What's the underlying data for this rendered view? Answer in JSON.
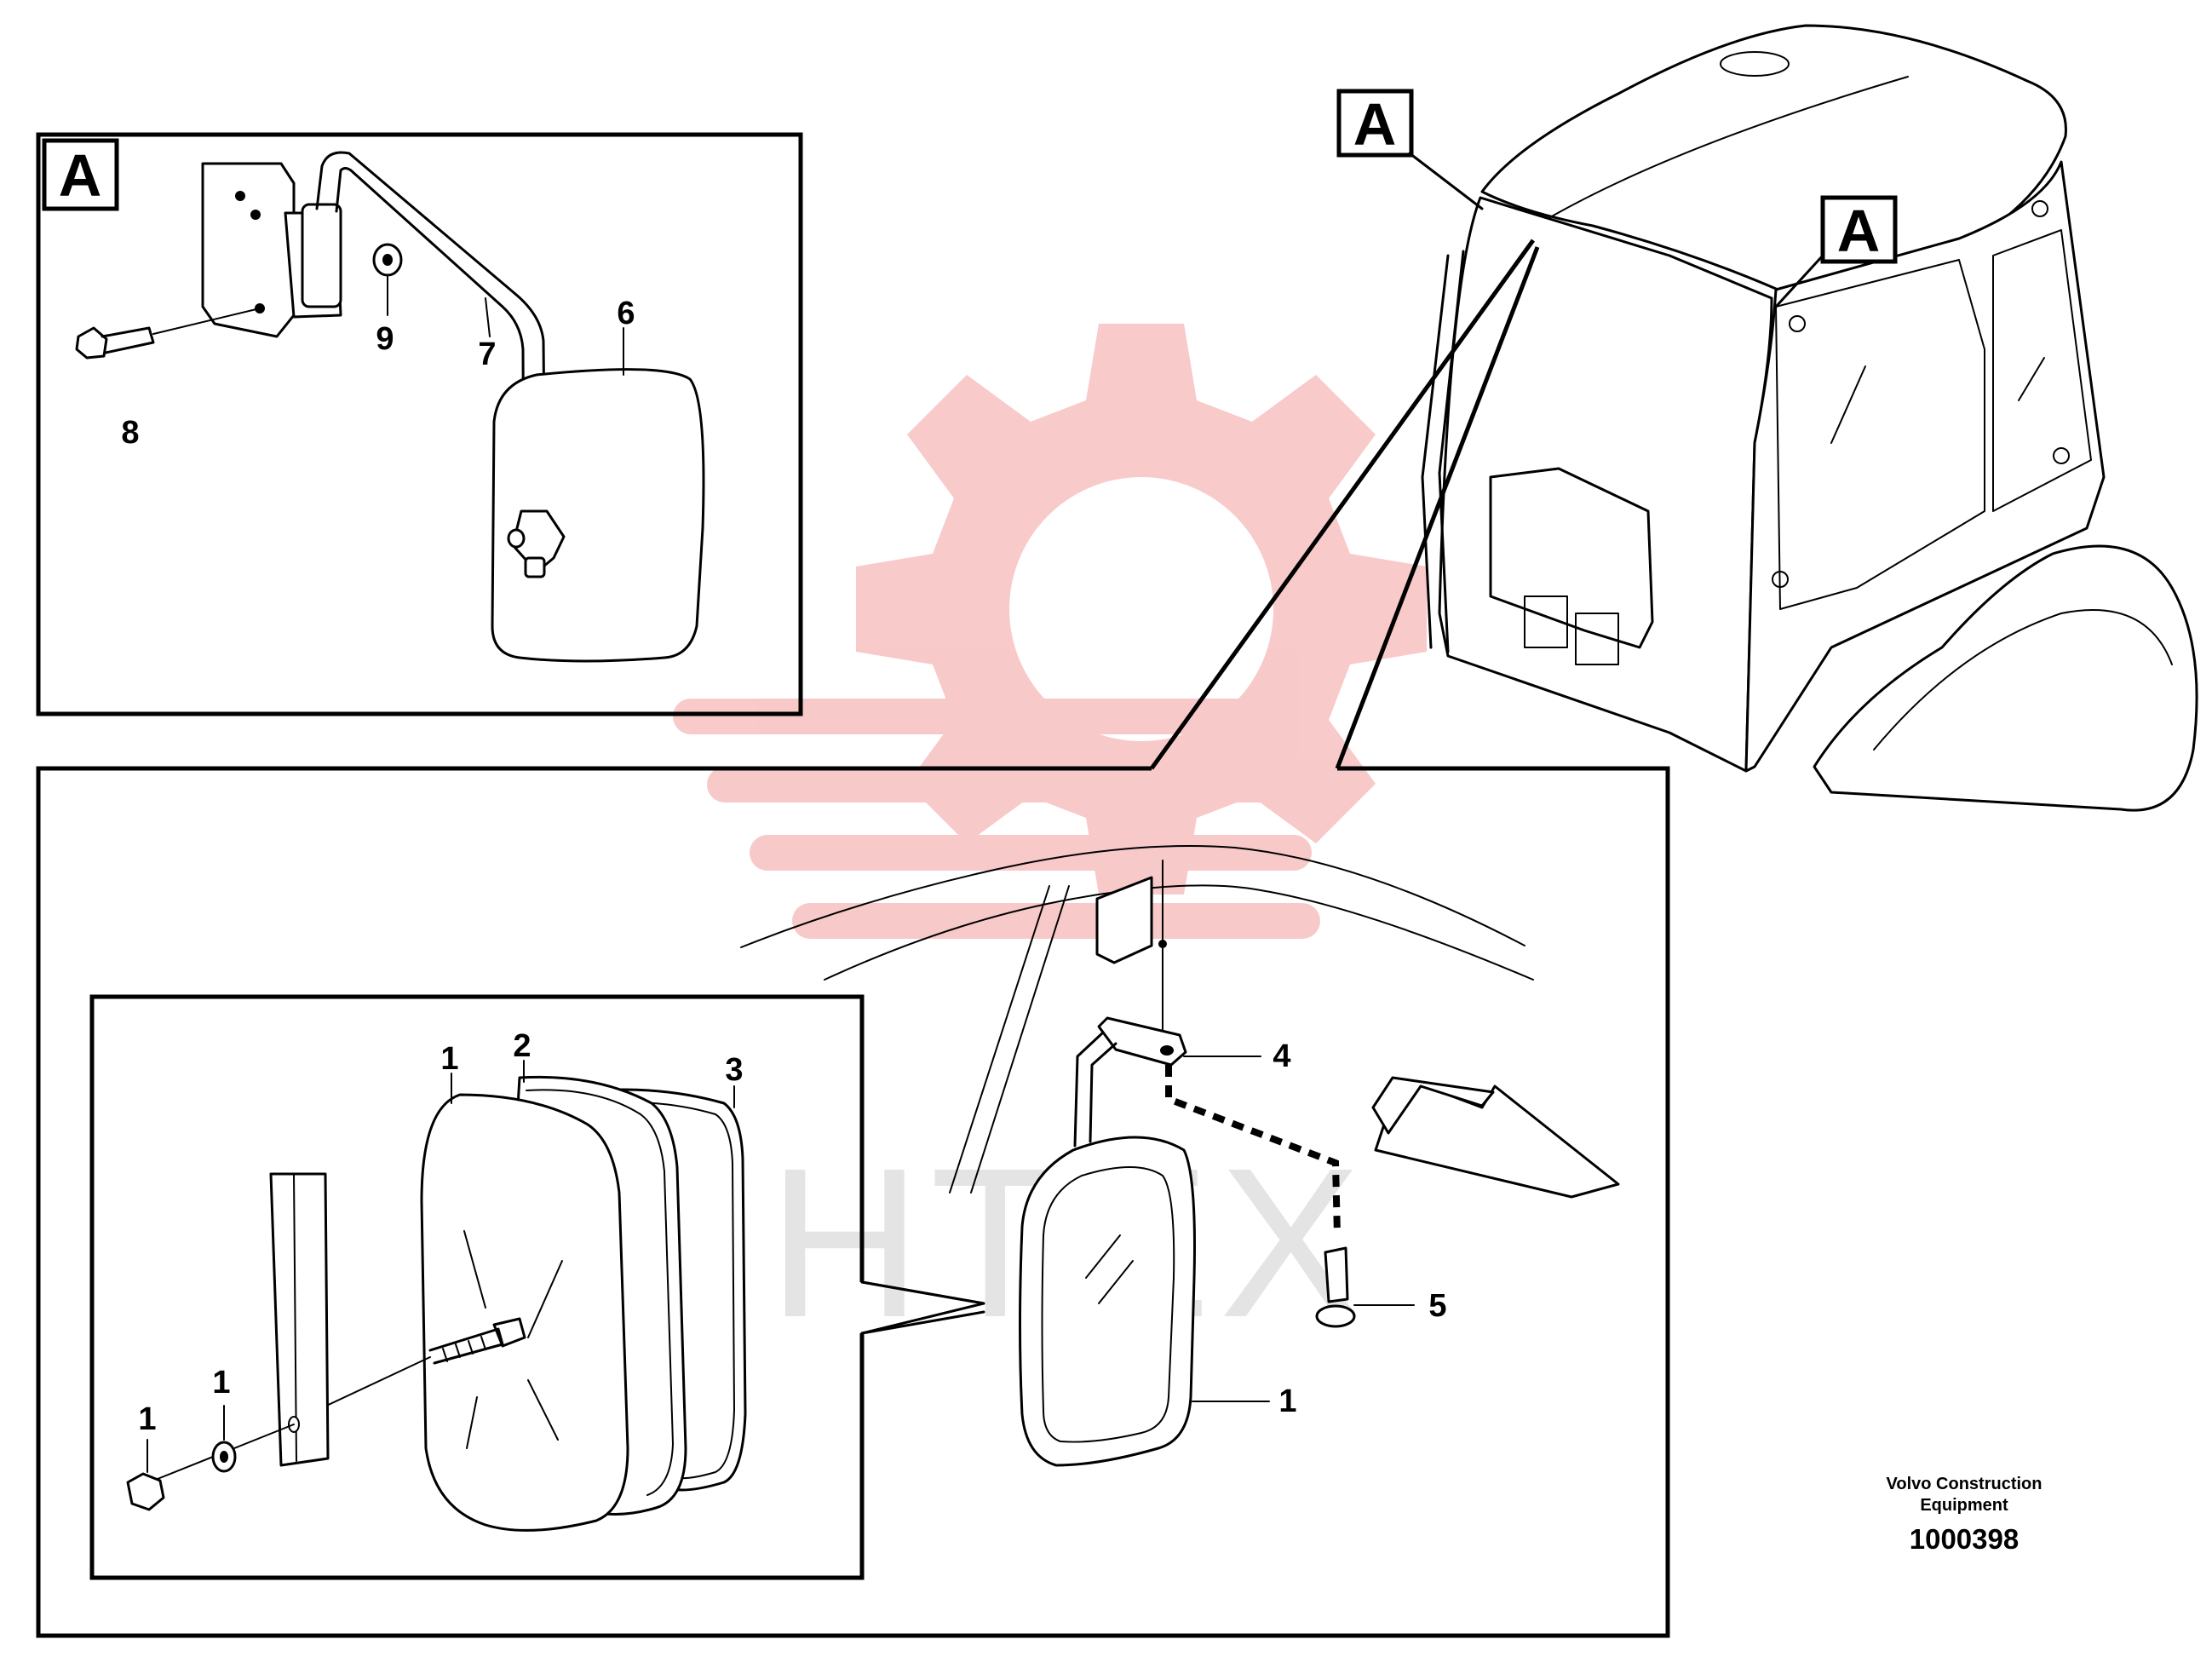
{
  "detail_letters": {
    "panel_top_left": "A",
    "machine_ref_1": "A",
    "machine_ref_2": "A"
  },
  "callouts": {
    "p1": "1",
    "p1b": "1",
    "p1c": "1",
    "p1d": "1",
    "p2": "2",
    "p3": "3",
    "p4": "4",
    "p5": "5",
    "p6": "6",
    "p7": "7",
    "p8": "8",
    "p9": "9"
  },
  "watermark": "ИНТЕХ",
  "footer": {
    "company_line1": "Volvo Construction",
    "company_line2": "Equipment",
    "doc_number": "1000398"
  },
  "colors": {
    "watermark_gear": "#f4a8a8",
    "watermark_text": "#d9d9d9",
    "line": "#000000"
  }
}
